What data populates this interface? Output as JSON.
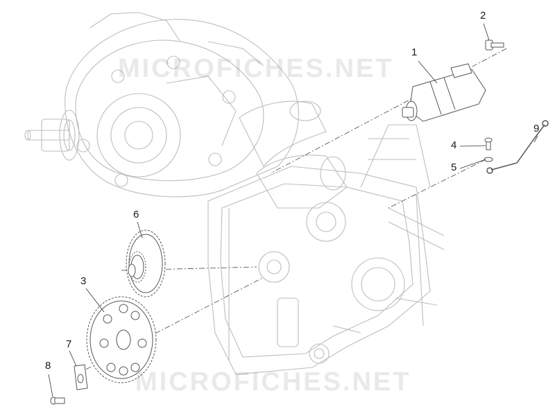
{
  "watermark": "MICROFICHES.NET",
  "callouts": [
    "1",
    "2",
    "3",
    "4",
    "5",
    "6",
    "7",
    "8",
    "9"
  ],
  "colors": {
    "line": "#b8b8b8",
    "dark": "#555555",
    "leader": "#333333",
    "text": "#1a1a1a"
  }
}
